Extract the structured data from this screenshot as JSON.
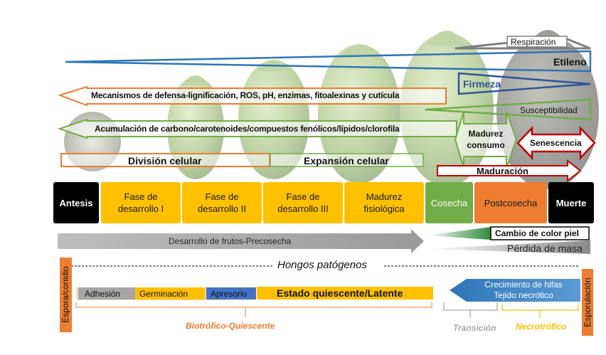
{
  "top_gradients": {
    "respiracion": "Respiración",
    "etileno": "Etileno",
    "firmeza": "Firmeza",
    "susceptibilidad": "Susceptibilidad",
    "defensa": "Mecanismos de defensa-lignificación, ROS, pH, enzimas, fitoalexinas y cutícula",
    "acumulacion": "Acumulación de carbono/carotenoides/compuestos fenólicos/lípidos/clorofila",
    "madurez_consumo": "Madurez\nconsumo",
    "senescencia": "Senescencia",
    "division": "División celular",
    "expansion": "Expansión celular",
    "maduracion": "Maduración"
  },
  "stages": [
    {
      "label": "Antesis",
      "bg": "#000000",
      "fg": "#ffffff"
    },
    {
      "label": "Fase de\ndesarrollo I",
      "bg": "#ffc000",
      "fg": "#1a1a1a"
    },
    {
      "label": "Fase de\ndesarrollo II",
      "bg": "#ffc000",
      "fg": "#1a1a1a"
    },
    {
      "label": "Fase de\ndesarrollo III",
      "bg": "#ffc000",
      "fg": "#1a1a1a"
    },
    {
      "label": "Madurez\nfisiológica",
      "bg": "#ffc000",
      "fg": "#1a1a1a"
    },
    {
      "label": "Cosecha",
      "bg": "#70ad47",
      "fg": "#ffffff"
    },
    {
      "label": "Postcosecha",
      "bg": "#ed7d31",
      "fg": "#1a1a1a"
    },
    {
      "label": "Muerte",
      "bg": "#000000",
      "fg": "#ffffff"
    }
  ],
  "bottom": {
    "desarrollo": "Desarrollo de frutos-Precosecha",
    "cambio_color": "Cambio de color piel",
    "perdida_masa": "Pérdida de masa",
    "hongos": "Hongos patógenos",
    "espora": "Espora/conidio",
    "esporulacion": "Esporulación",
    "adhesion": "Adhesión",
    "germinacion": "Germinación",
    "apresorio": "Apresorio",
    "quiescente": "Estado quiescente/Latente",
    "crecimiento": "Crecimiento de hifas\nTejido necrótico",
    "biotrofico": "Biotrófico-Quiescente",
    "transicion": "Transición",
    "necrotrofico": "Necrotrófico"
  },
  "colors": {
    "orange": "#ed7d31",
    "green": "#70ad47",
    "blue": "#4472c4",
    "dark_red": "#c00000",
    "gold": "#ffc000",
    "gray": "#a6a6a6"
  }
}
